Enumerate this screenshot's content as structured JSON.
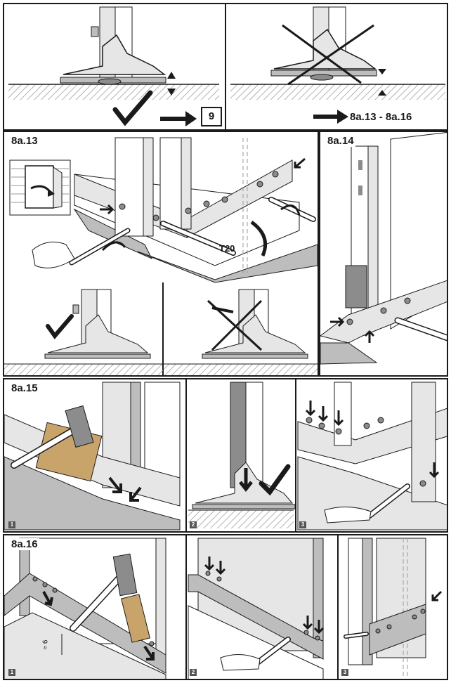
{
  "top": {
    "right_ref": "9",
    "right_range": "8a.13 - 8a.16"
  },
  "steps": [
    {
      "id": "8a.13",
      "label": "8a.13",
      "tool": "T20"
    },
    {
      "id": "8a.14",
      "label": "8a.14"
    },
    {
      "id": "8a.15",
      "label": "8a.15",
      "subs": [
        "1",
        "2",
        "3"
      ]
    },
    {
      "id": "8a.16",
      "label": "8a.16",
      "subs": [
        "1",
        "2",
        "3"
      ],
      "dimension": "≈ 6"
    }
  ],
  "colors": {
    "ink": "#1a1a1a",
    "hatch": "#9a9a9a",
    "fill_light": "#e6e6e6",
    "fill_mid": "#bdbdbd",
    "fill_dark": "#8c8c8c"
  }
}
